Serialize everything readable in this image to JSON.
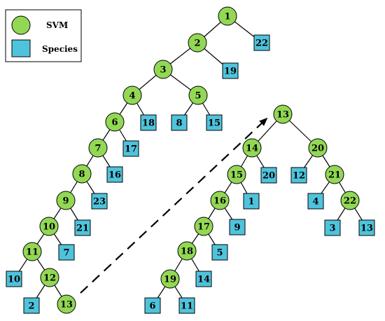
{
  "legend": {
    "svm_label": "SVM",
    "species_label": "Species",
    "svm_color": "#92d854",
    "species_color": "#4fc3dc"
  },
  "colors": {
    "svm": "#92d854",
    "species": "#4fc3dc",
    "edge": "#000000"
  },
  "nodes": [
    {
      "id": "a1",
      "label": "1",
      "kind": "svm"
    },
    {
      "id": "a2",
      "label": "2",
      "kind": "svm"
    },
    {
      "id": "a22",
      "label": "22",
      "kind": "species"
    },
    {
      "id": "a3",
      "label": "3",
      "kind": "svm"
    },
    {
      "id": "a19",
      "label": "19",
      "kind": "species"
    },
    {
      "id": "a4",
      "label": "4",
      "kind": "svm"
    },
    {
      "id": "a5",
      "label": "5",
      "kind": "svm"
    },
    {
      "id": "a6",
      "label": "6",
      "kind": "svm"
    },
    {
      "id": "a18",
      "label": "18",
      "kind": "species"
    },
    {
      "id": "a8",
      "label": "8",
      "kind": "species"
    },
    {
      "id": "a15",
      "label": "15",
      "kind": "species"
    },
    {
      "id": "a7",
      "label": "7",
      "kind": "svm"
    },
    {
      "id": "a17",
      "label": "17",
      "kind": "species"
    },
    {
      "id": "a8s",
      "label": "8",
      "kind": "svm"
    },
    {
      "id": "a16",
      "label": "16",
      "kind": "species"
    },
    {
      "id": "a9",
      "label": "9",
      "kind": "svm"
    },
    {
      "id": "a23",
      "label": "23",
      "kind": "species"
    },
    {
      "id": "a10",
      "label": "10",
      "kind": "svm"
    },
    {
      "id": "a21",
      "label": "21",
      "kind": "species"
    },
    {
      "id": "a11",
      "label": "11",
      "kind": "svm"
    },
    {
      "id": "a7s",
      "label": "7",
      "kind": "species"
    },
    {
      "id": "a10s",
      "label": "10",
      "kind": "species"
    },
    {
      "id": "a12",
      "label": "12",
      "kind": "svm"
    },
    {
      "id": "a2s",
      "label": "2",
      "kind": "species"
    },
    {
      "id": "a13",
      "label": "13",
      "kind": "svm"
    },
    {
      "id": "b13",
      "label": "13",
      "kind": "svm"
    },
    {
      "id": "b14",
      "label": "14",
      "kind": "svm"
    },
    {
      "id": "b20",
      "label": "20",
      "kind": "svm"
    },
    {
      "id": "b15",
      "label": "15",
      "kind": "svm"
    },
    {
      "id": "b20s",
      "label": "20",
      "kind": "species"
    },
    {
      "id": "b12s",
      "label": "12",
      "kind": "species"
    },
    {
      "id": "b21",
      "label": "21",
      "kind": "svm"
    },
    {
      "id": "b16",
      "label": "16",
      "kind": "svm"
    },
    {
      "id": "b1s",
      "label": "1",
      "kind": "species"
    },
    {
      "id": "b4s",
      "label": "4",
      "kind": "species"
    },
    {
      "id": "b22",
      "label": "22",
      "kind": "svm"
    },
    {
      "id": "b17",
      "label": "17",
      "kind": "svm"
    },
    {
      "id": "b9s",
      "label": "9",
      "kind": "species"
    },
    {
      "id": "b3s",
      "label": "3",
      "kind": "species"
    },
    {
      "id": "b13s",
      "label": "13",
      "kind": "species"
    },
    {
      "id": "b18",
      "label": "18",
      "kind": "svm"
    },
    {
      "id": "b5s",
      "label": "5",
      "kind": "species"
    },
    {
      "id": "b19",
      "label": "19",
      "kind": "svm"
    },
    {
      "id": "b14s",
      "label": "14",
      "kind": "species"
    },
    {
      "id": "b6s",
      "label": "6",
      "kind": "species"
    },
    {
      "id": "b11s",
      "label": "11",
      "kind": "species"
    }
  ],
  "edges": [
    [
      "a1",
      "a2"
    ],
    [
      "a1",
      "a22"
    ],
    [
      "a2",
      "a3"
    ],
    [
      "a2",
      "a19"
    ],
    [
      "a3",
      "a4"
    ],
    [
      "a3",
      "a5"
    ],
    [
      "a4",
      "a6"
    ],
    [
      "a4",
      "a18"
    ],
    [
      "a5",
      "a8"
    ],
    [
      "a5",
      "a15"
    ],
    [
      "a6",
      "a7"
    ],
    [
      "a6",
      "a17"
    ],
    [
      "a7",
      "a8s"
    ],
    [
      "a7",
      "a16"
    ],
    [
      "a8s",
      "a9"
    ],
    [
      "a8s",
      "a23"
    ],
    [
      "a9",
      "a10"
    ],
    [
      "a9",
      "a21"
    ],
    [
      "a10",
      "a11"
    ],
    [
      "a10",
      "a7s"
    ],
    [
      "a11",
      "a10s"
    ],
    [
      "a11",
      "a12"
    ],
    [
      "a12",
      "a2s"
    ],
    [
      "a12",
      "a13"
    ],
    [
      "b13",
      "b14"
    ],
    [
      "b13",
      "b20"
    ],
    [
      "b14",
      "b15"
    ],
    [
      "b14",
      "b20s"
    ],
    [
      "b20",
      "b12s"
    ],
    [
      "b20",
      "b21"
    ],
    [
      "b15",
      "b16"
    ],
    [
      "b15",
      "b1s"
    ],
    [
      "b21",
      "b4s"
    ],
    [
      "b21",
      "b22"
    ],
    [
      "b16",
      "b17"
    ],
    [
      "b16",
      "b9s"
    ],
    [
      "b22",
      "b3s"
    ],
    [
      "b22",
      "b13s"
    ],
    [
      "b17",
      "b18"
    ],
    [
      "b17",
      "b5s"
    ],
    [
      "b18",
      "b19"
    ],
    [
      "b18",
      "b14s"
    ],
    [
      "b19",
      "b6s"
    ],
    [
      "b19",
      "b11s"
    ]
  ],
  "link": {
    "from": "a13",
    "to": "b13"
  }
}
